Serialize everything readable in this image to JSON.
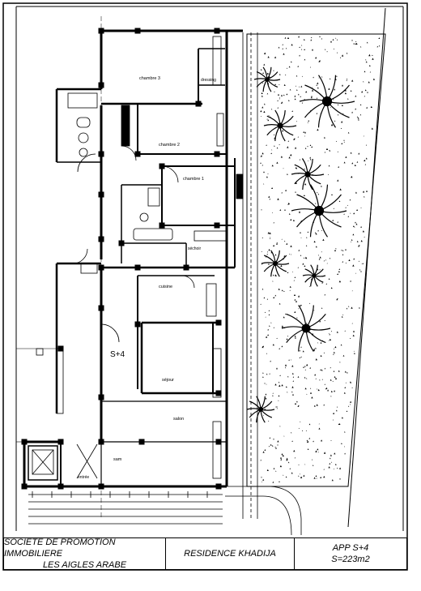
{
  "rooms": {
    "chambre3": "chambre 3",
    "chambre2": "chambre 2",
    "chambre1": "chambre 1",
    "dressing": "dressing",
    "cuisine": "cuisine",
    "sejour": "séjour",
    "salon": "salon",
    "sam": "sam",
    "entree": "entrée",
    "sechoir": "séchoir",
    "apartment": "S+4"
  },
  "titleblock": {
    "company_line1": "SOCIETE DE PROMOTION IMMOBILIERE",
    "company_line2": "LES AIGLES ARABE",
    "residence": "RESIDENCE KHADIJA",
    "apartment": "APP S+4",
    "surface": "S=223m2"
  },
  "colors": {
    "line": "#000000",
    "background": "#ffffff"
  }
}
